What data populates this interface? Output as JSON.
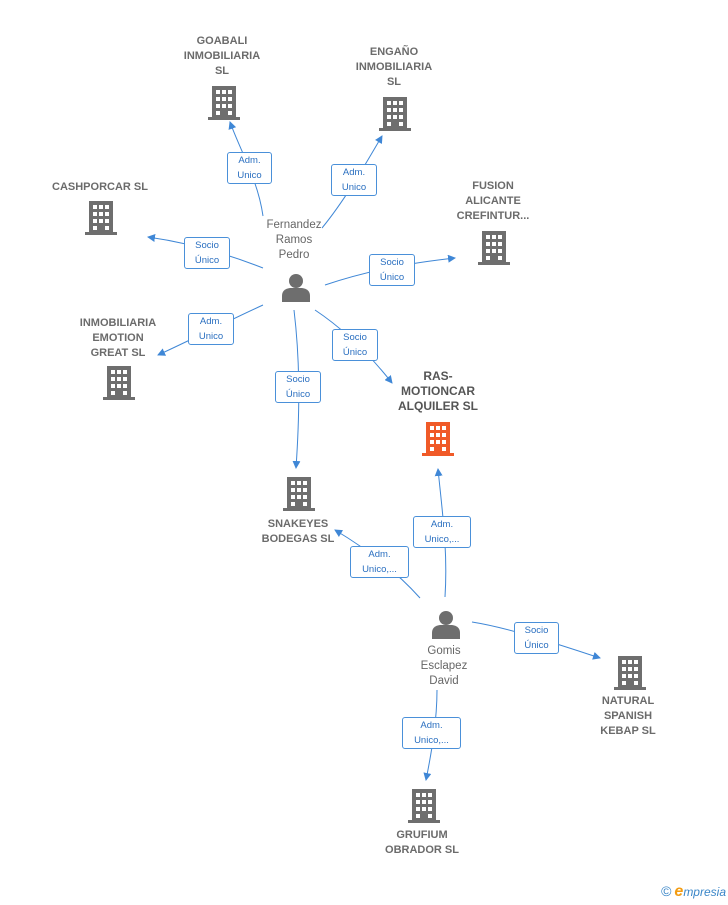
{
  "nodes": {
    "goabali": "GOABALI\nINMOBILIARIA\nSL",
    "engano": "ENGAÑO\nINMOBILIARIA\nSL",
    "cashporcar": "CASHPORCAR SL",
    "fusion": "FUSION\nALICANTE\nCREFINTUR...",
    "inmobiliaria_emotion": "INMOBILIARIA\nEMOTION\nGREAT  SL",
    "ras_motioncar": "RAS-\nMOTIONCAR\nALQUILER  SL",
    "snakeyes": "SNAKEYES\nBODEGAS  SL",
    "natural_spanish": "NATURAL\nSPANISH\nKEBAP  SL",
    "grufium": "GRUFIUM\nOBRADOR  SL",
    "fernandez": "Fernandez\nRamos\nPedro",
    "gomis": "Gomis\nEsclapez\nDavid"
  },
  "edges": {
    "fernandez_goabali": "Adm.\nUnico",
    "fernandez_engano": "Adm.\nUnico",
    "fernandez_cashporcar": "Socio\nÚnico",
    "fernandez_fusion": "Socio\nÚnico",
    "fernandez_emotion": "Adm.\nUnico",
    "fernandez_ras": "Socio\nÚnico",
    "fernandez_snakeyes": "Socio\nÚnico",
    "gomis_ras": "Adm.\nUnico,...",
    "gomis_snakeyes": "Adm.\nUnico,...",
    "gomis_natural": "Socio\nÚnico",
    "gomis_grufium": "Adm.\nUnico,..."
  },
  "colors": {
    "edge": "#3f87d6",
    "building": "#6e6e6e",
    "focus_building": "#f05a28",
    "person": "#6e6e6e"
  },
  "brand": {
    "copyright": "©",
    "name": "mpresia",
    "initial": "e"
  }
}
